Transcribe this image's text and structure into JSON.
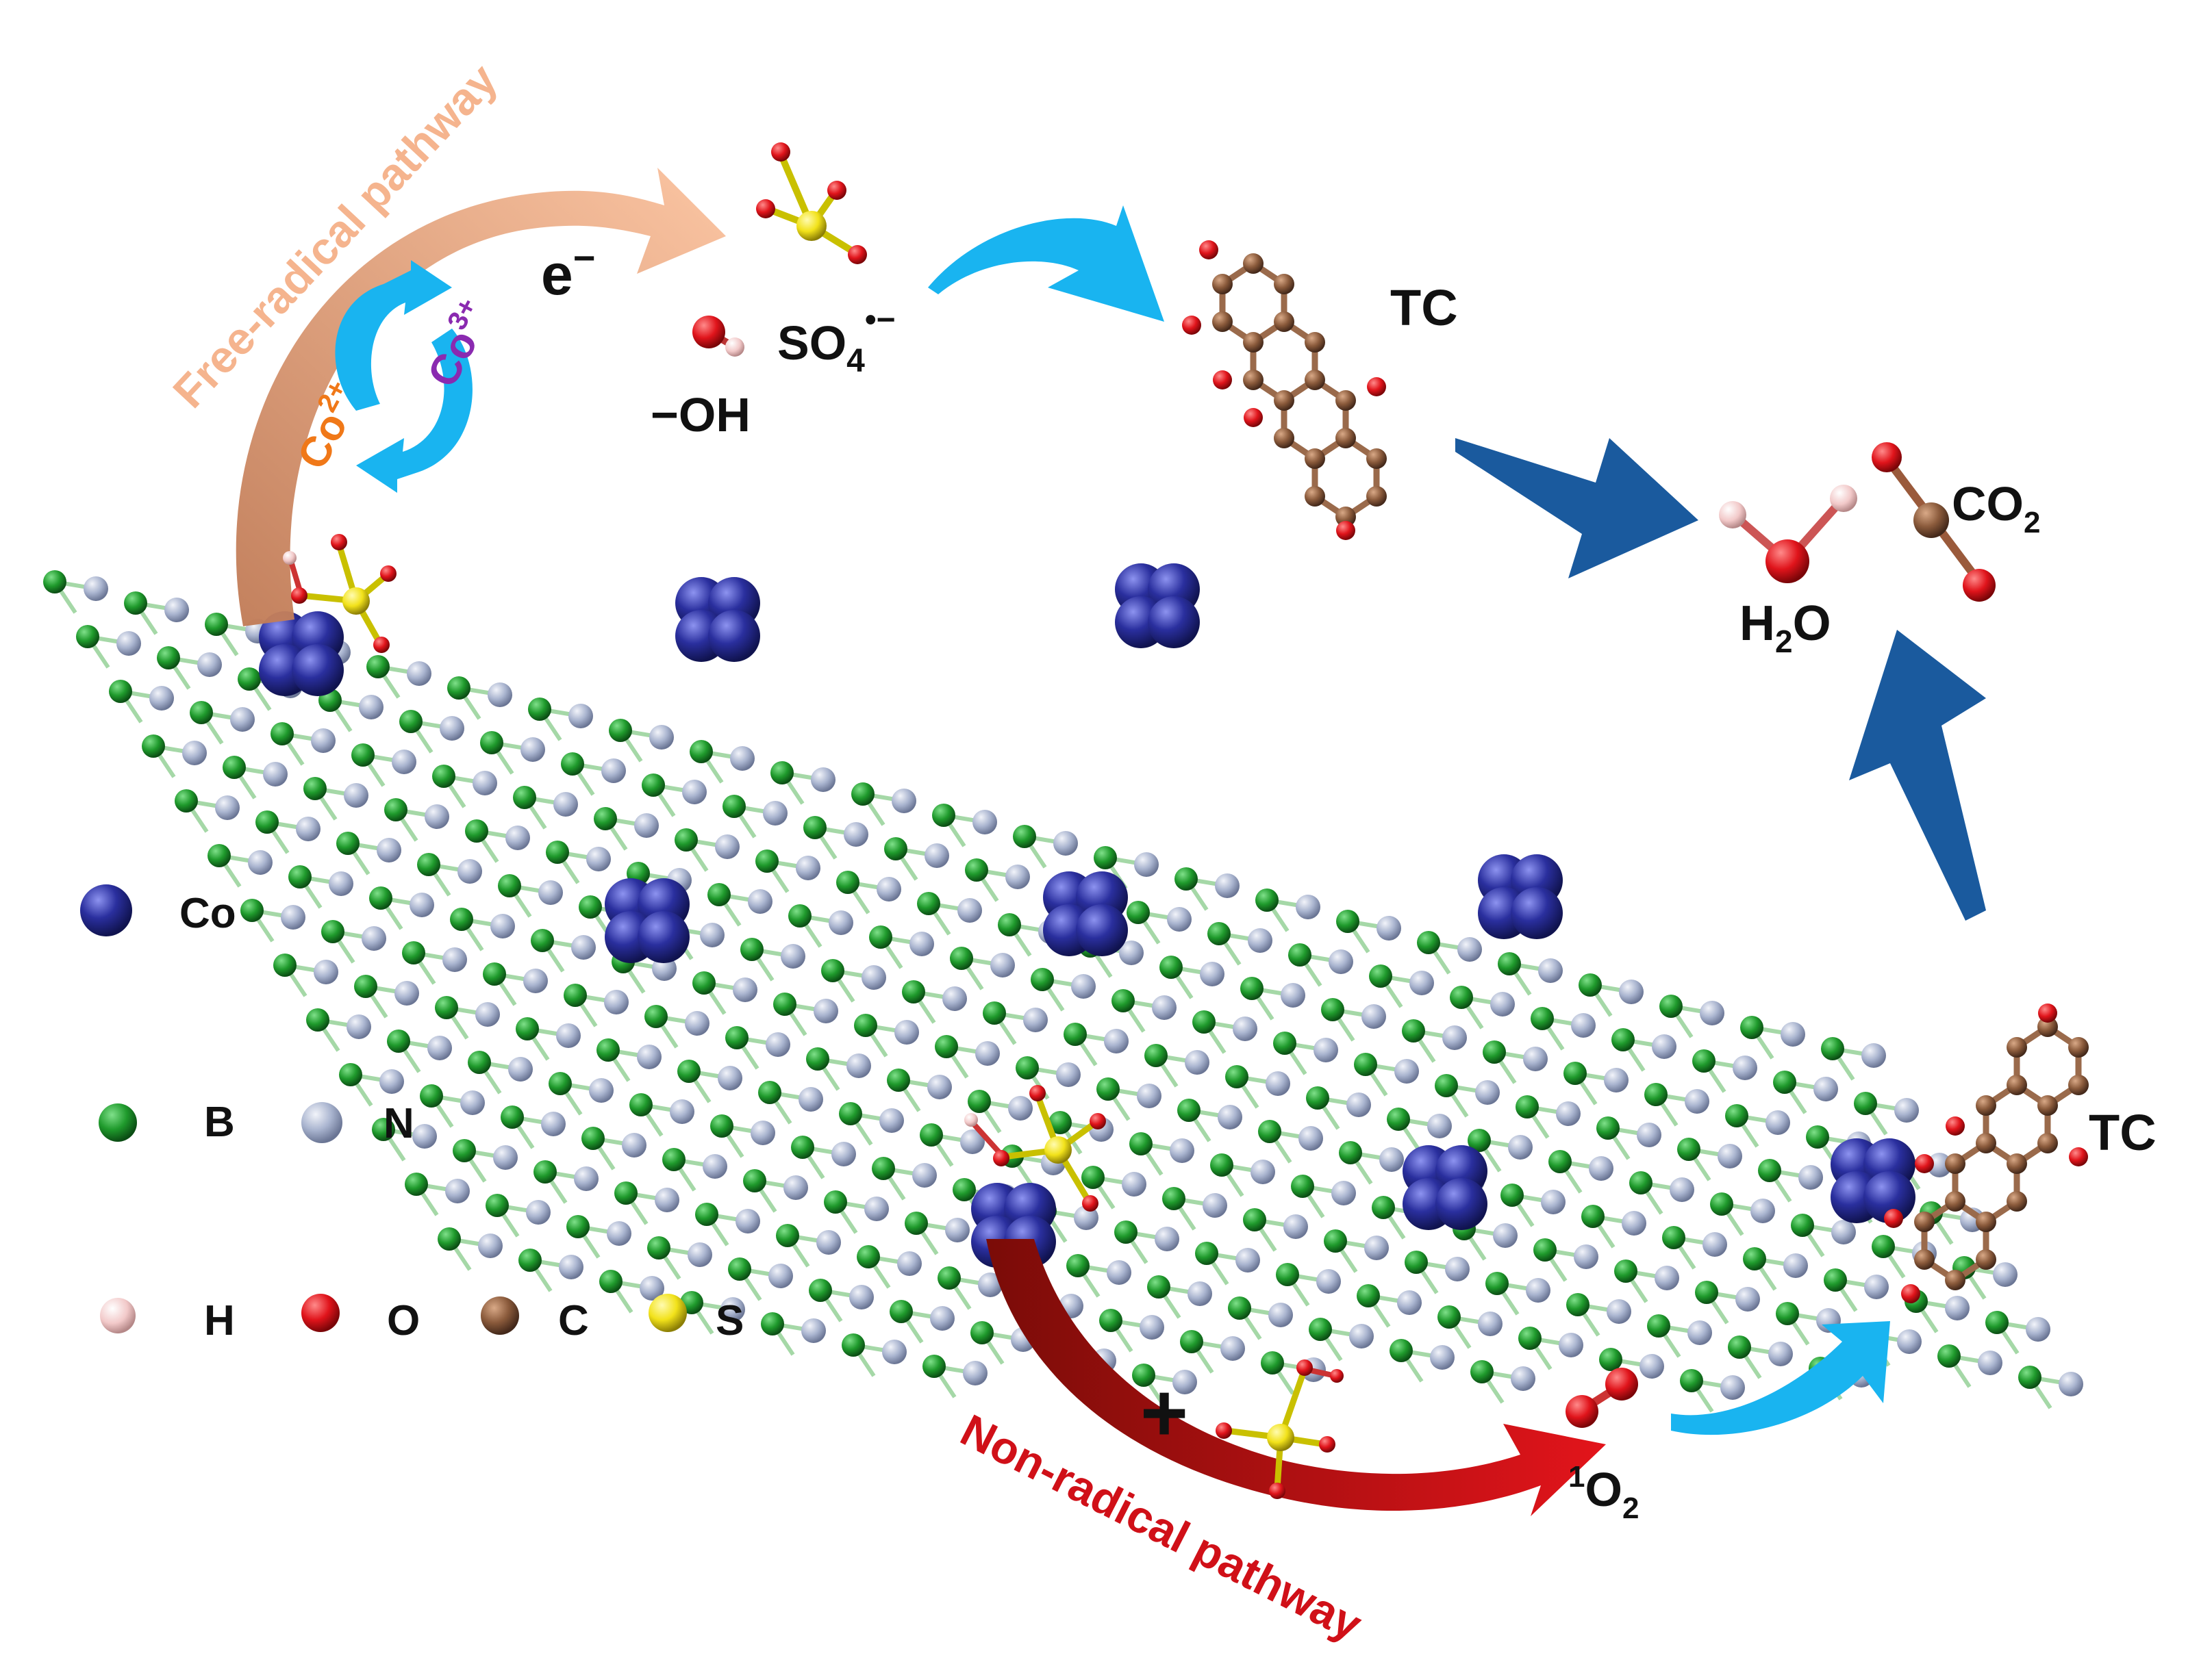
{
  "colors": {
    "boron": "#1f9a2c",
    "nitrogen": "#a9b4cf",
    "cobalt": "#2a2f9e",
    "hydrogen": "#f2c9c9",
    "oxygen": "#e0141b",
    "carbon": "#8a5a3b",
    "sulfur": "#f2e21a",
    "free_radical_arrow": "#f5b48e",
    "non_radical_arrow": "#c0100f",
    "light_blue_arrow": "#19b4f0",
    "dark_blue_arrow": "#1a5a9e",
    "co2_plus": "#f07818",
    "co3_plus": "#8a2ab0"
  },
  "labels": {
    "free_radical_pathway": "Free-radical pathway",
    "non_radical_pathway": "Non-radical pathway",
    "electron": "e",
    "electron_sup": "−",
    "co2": "Co",
    "co2_sup": "2+",
    "co3": "Co",
    "co3_sup": "3+",
    "hydroxyl": "−OH",
    "sulfate_base": "SO",
    "sulfate_sub": "4",
    "sulfate_sup": "•−",
    "tc_top": "TC",
    "tc_right": "TC",
    "water_h": "H",
    "water_sub": "2",
    "water_o": "O",
    "co2_gas": "CO",
    "co2_gas_sub": "2",
    "singlet_sup": "1",
    "singlet_o": "O",
    "singlet_sub": "2",
    "plus": "+"
  },
  "legend": {
    "co": "Co",
    "b": "B",
    "n": "N",
    "h": "H",
    "o": "O",
    "c": "C",
    "s": "S"
  }
}
